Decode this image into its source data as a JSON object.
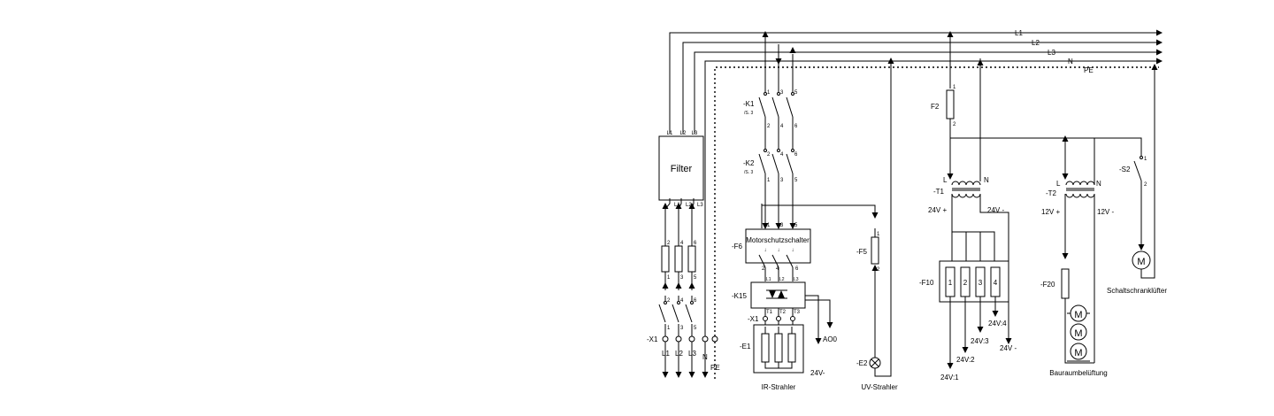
{
  "buses": {
    "l1": "L1",
    "l2": "L2",
    "l3": "L3",
    "n": "N",
    "pe": "PE"
  },
  "filter": {
    "title": "Filter",
    "pins_top": [
      "L1",
      "L2",
      "L3"
    ],
    "pins_bottom": [
      "L1",
      "L2",
      "L3"
    ]
  },
  "feed": {
    "fuse_top": [
      "2",
      "4",
      "6"
    ],
    "fuse_bottom": [
      "1",
      "3",
      "5"
    ],
    "switch_top": [
      "2",
      "4",
      "6"
    ],
    "switch_bottom": [
      "1",
      "3",
      "5"
    ],
    "terminal_label": "-X1",
    "phases": [
      "L1",
      "L2",
      "L3"
    ],
    "n": "N",
    "pe": "PE"
  },
  "contactors": {
    "k1": {
      "label": "-K1",
      "ref": "/S. 3",
      "top": [
        "1",
        "3",
        "5"
      ],
      "bottom": [
        "2",
        "4",
        "6"
      ]
    },
    "k2": {
      "label": "-K2",
      "ref": "/S. 3",
      "top": [
        "2",
        "4",
        "6"
      ],
      "bottom": [
        "1",
        "3",
        "5"
      ]
    },
    "junction": [
      "1",
      "3",
      "5"
    ]
  },
  "motor_protection": {
    "label": "-F6",
    "title": "Motorschutzschalter",
    "pins_bottom": [
      "2",
      "4",
      "6"
    ],
    "pins_out": [
      "L1",
      "L2",
      "L3"
    ]
  },
  "ssr": {
    "label": "-K15",
    "pins_out": [
      "T1",
      "T2",
      "T3"
    ],
    "terminal_label": "-X1",
    "ao": "AO0",
    "minus": "24V-"
  },
  "ir_heater": {
    "label": "-E1",
    "caption": "IR-Strahler"
  },
  "uv": {
    "fuse_label": "-F5",
    "fuse_pins": [
      "1",
      "2"
    ],
    "lamp_label": "-E2",
    "caption": "UV-Strahler"
  },
  "fuse_f2": {
    "label": "F2",
    "pins": [
      "1",
      "2"
    ]
  },
  "transformer_t1": {
    "label": "-T1",
    "l": "L",
    "n": "N",
    "plus": "24V +",
    "minus": "24V -"
  },
  "fuse_f10": {
    "label": "-F10",
    "cells": [
      "1",
      "2",
      "3",
      "4"
    ],
    "outputs": [
      "24V:1",
      "24V:2",
      "24V:3",
      "24V:4",
      "24V -"
    ]
  },
  "transformer_t2": {
    "label": "-T2",
    "l": "L",
    "n": "N",
    "plus": "12V +",
    "minus": "12V -"
  },
  "fuse_f20": {
    "label": "-F20"
  },
  "fans": {
    "motor_symbol": "M",
    "caption": "Bauraumbelüftung"
  },
  "cabinet_fan": {
    "switch_label": "-S2",
    "switch_pins": [
      "1",
      "2"
    ],
    "motor_symbol": "M",
    "caption": "Schaltschranklüfter"
  }
}
